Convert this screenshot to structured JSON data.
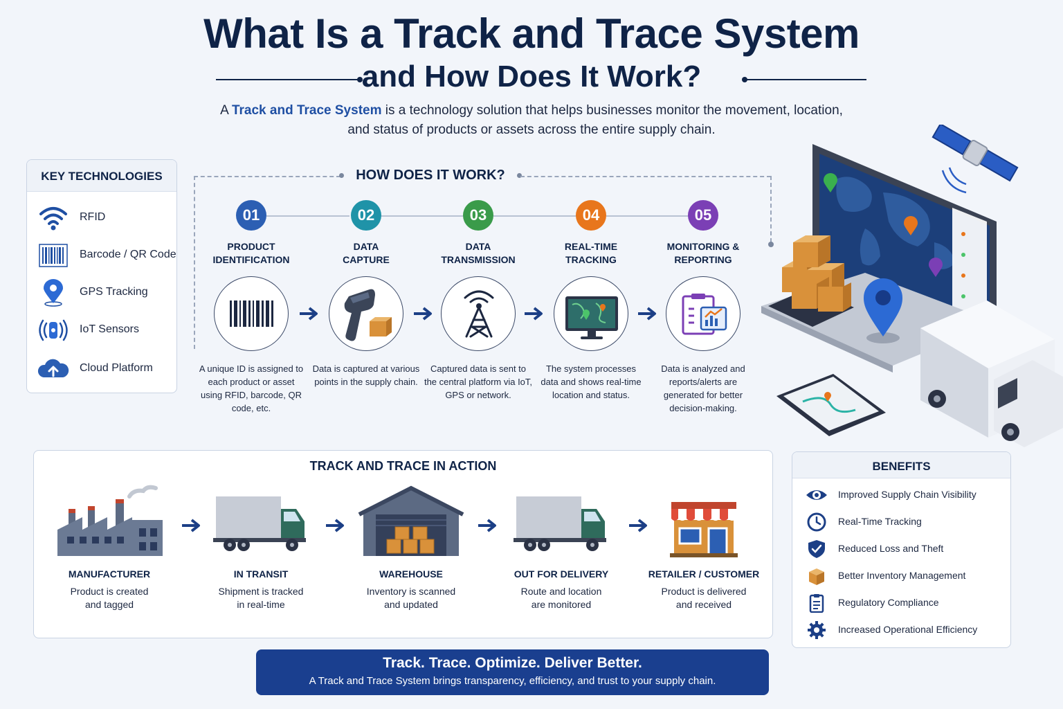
{
  "header": {
    "title_line1": "What Is a Track and Trace System",
    "title_line2": "and How Does It Work?",
    "intro_prefix": "A ",
    "intro_highlight": "Track and Trace System",
    "intro_rest": " is a technology solution that helps businesses monitor the movement, location, and status of products or assets across the entire supply chain."
  },
  "key_technologies": {
    "heading": "KEY TECHNOLOGIES",
    "items": [
      {
        "label": "RFID",
        "icon": "wifi-signal-icon"
      },
      {
        "label": "Barcode / QR Code",
        "icon": "barcode-icon"
      },
      {
        "label": "GPS Tracking",
        "icon": "location-pin-icon"
      },
      {
        "label": "IoT Sensors",
        "icon": "iot-sensor-icon"
      },
      {
        "label": "Cloud Platform",
        "icon": "cloud-upload-icon"
      }
    ]
  },
  "how_it_works": {
    "heading": "HOW DOES IT WORK?",
    "steps": [
      {
        "number": "01",
        "title_line1": "PRODUCT",
        "title_line2": "IDENTIFICATION",
        "description": "A unique ID is assigned to each product or asset using RFID, barcode, QR code, etc.",
        "color": "#2c5fb3",
        "icon": "barcode-icon"
      },
      {
        "number": "02",
        "title_line1": "DATA",
        "title_line2": "CAPTURE",
        "description": "Data is captured at various points in the supply chain.",
        "color": "#1f93a8",
        "icon": "barcode-scanner-icon"
      },
      {
        "number": "03",
        "title_line1": "DATA",
        "title_line2": "TRANSMISSION",
        "description": "Captured data is sent to the central platform via IoT, GPS or network.",
        "color": "#3a9b4a",
        "icon": "signal-tower-icon"
      },
      {
        "number": "04",
        "title_line1": "REAL-TIME",
        "title_line2": "TRACKING",
        "description": "The system processes data and shows real-time location and status.",
        "color": "#e8761c",
        "icon": "monitor-map-icon"
      },
      {
        "number": "05",
        "title_line1": "MONITORING &",
        "title_line2": "REPORTING",
        "description": "Data is analyzed and reports/alerts are generated for better decision-making.",
        "color": "#7b3fb5",
        "icon": "report-chart-icon"
      }
    ]
  },
  "action": {
    "heading": "TRACK AND TRACE IN ACTION",
    "stages": [
      {
        "title": "MANUFACTURER",
        "desc_line1": "Product is created",
        "desc_line2": "and tagged",
        "icon": "factory-icon"
      },
      {
        "title": "IN TRANSIT",
        "desc_line1": "Shipment is tracked",
        "desc_line2": "in real-time",
        "icon": "truck-icon"
      },
      {
        "title": "WAREHOUSE",
        "desc_line1": "Inventory is scanned",
        "desc_line2": "and updated",
        "icon": "warehouse-icon"
      },
      {
        "title": "OUT FOR DELIVERY",
        "desc_line1": "Route and location",
        "desc_line2": "are monitored",
        "icon": "delivery-truck-icon"
      },
      {
        "title": "RETAILER / CUSTOMER",
        "desc_line1": "Product is delivered",
        "desc_line2": "and received",
        "icon": "store-icon"
      }
    ]
  },
  "benefits": {
    "heading": "BENEFITS",
    "items": [
      {
        "label": "Improved Supply Chain Visibility",
        "icon": "eye-icon"
      },
      {
        "label": "Real-Time Tracking",
        "icon": "clock-icon"
      },
      {
        "label": "Reduced Loss and Theft",
        "icon": "shield-check-icon"
      },
      {
        "label": "Better Inventory Management",
        "icon": "box-icon"
      },
      {
        "label": "Regulatory Compliance",
        "icon": "clipboard-icon"
      },
      {
        "label": "Increased Operational Efficiency",
        "icon": "gear-icon"
      }
    ]
  },
  "banner": {
    "headline": "Track. Trace. Optimize. Deliver Better.",
    "subline": "A Track and Trace System brings transparency, efficiency, and trust to your supply chain."
  },
  "colors": {
    "navy": "#0f2347",
    "brand_blue": "#1f4fa3",
    "banner_blue": "#1a3f8f",
    "arrow_blue": "#1c3f86"
  }
}
